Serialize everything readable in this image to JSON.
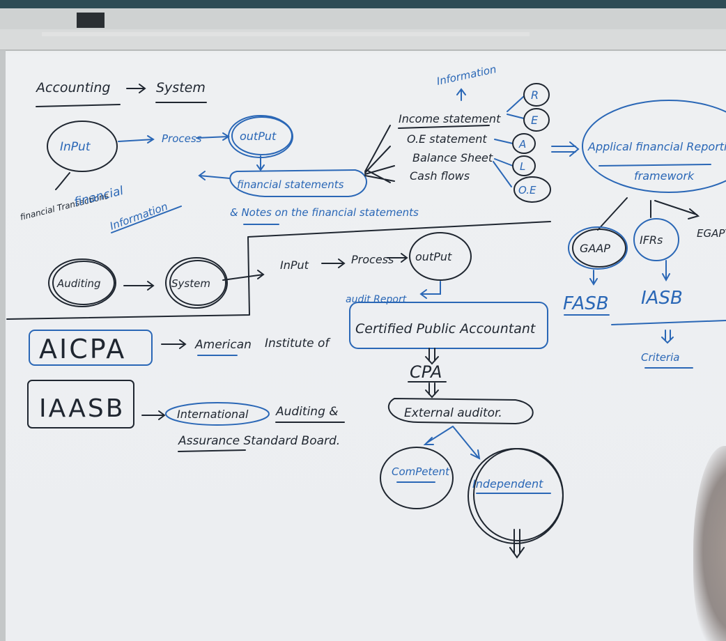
{
  "accounting": {
    "title_left": "Accounting",
    "title_right": "System",
    "input": "InPut",
    "process": "Process",
    "output": "outPut",
    "fin_statements": "financial statements",
    "notes": "& Notes on the financial statements",
    "fin_transactions": "financial Transactions",
    "fin_information_1": "financial",
    "fin_information_2": "Information"
  },
  "statements": {
    "information": "Information",
    "items": [
      "Income statement",
      "O.E statement",
      "Balance Sheet",
      "Cash flows"
    ],
    "letters": [
      "R",
      "E",
      "A",
      "L",
      "O.E"
    ]
  },
  "framework": {
    "title_1": "Applical financial Reporting",
    "title_2": "framework",
    "gaap": "GAAP",
    "ifrs": "IFRs",
    "etc": "EGAPT",
    "fasb": "FASB",
    "iasb": "IASB",
    "criteria": "Criteria"
  },
  "auditing": {
    "label": "Auditing",
    "system": "System",
    "input": "InPut",
    "process": "Process",
    "output": "outPut",
    "report": "audit Report"
  },
  "aicpa": {
    "abbr": "AICPA",
    "american": "American",
    "institute": "Institute of",
    "certified": "Certified Public Accountant",
    "cpa": "CPA"
  },
  "iaasb": {
    "abbr": "IAASB",
    "international": "International",
    "auditing": "Auditing &",
    "assurance": "Assurance Standard Board."
  },
  "auditor": {
    "external": "External auditor.",
    "competent": "ComPetent",
    "independent": "Independent"
  }
}
